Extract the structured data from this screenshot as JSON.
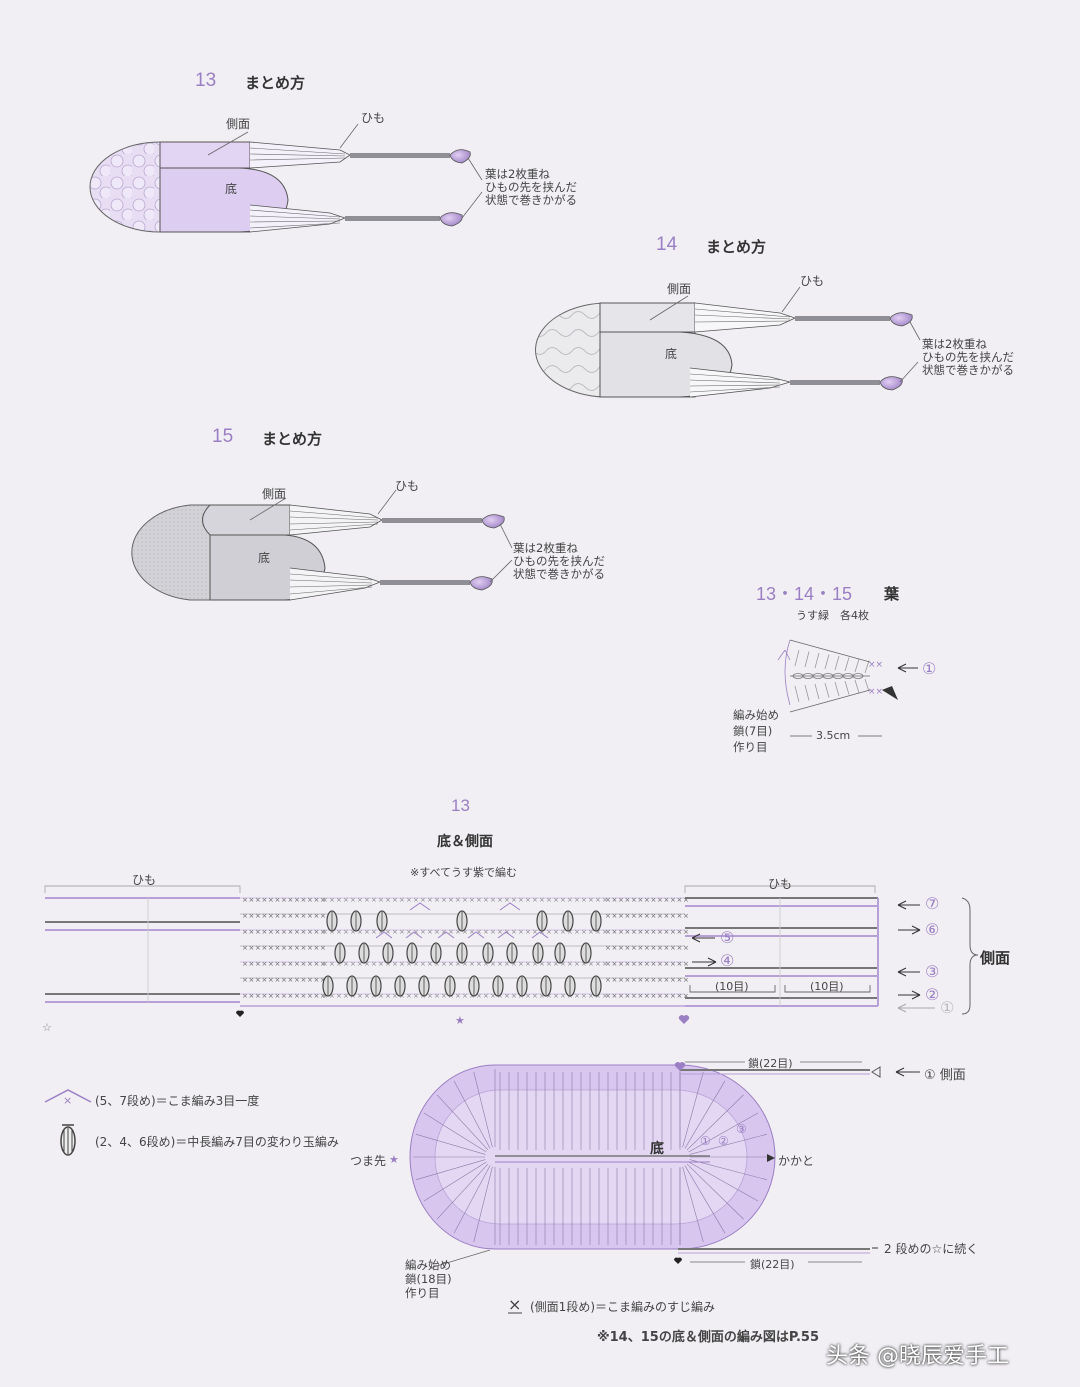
{
  "colors": {
    "accent": "#9b7fc4",
    "lilac": "#d9c8ee",
    "lilac_light": "#e6dbf3",
    "gray": "#d3d3d8",
    "ink": "#333333"
  },
  "assembly": [
    {
      "num": "13",
      "title": "まとめ方",
      "side_label": "側面",
      "bottom_label": "底",
      "string_label": "ひも",
      "note": "葉は2枚重ね\nひもの先を挟んだ\n状態で巻きかがる"
    },
    {
      "num": "14",
      "title": "まとめ方",
      "side_label": "側面",
      "bottom_label": "底",
      "string_label": "ひも",
      "note": "葉は2枚重ね\nひもの先を挟んだ\n状態で巻きかがる"
    },
    {
      "num": "15",
      "title": "まとめ方",
      "side_label": "側面",
      "bottom_label": "底",
      "string_label": "ひも",
      "note": "葉は2枚重ね\nひもの先を挟んだ\n状態で巻きかがる"
    }
  ],
  "leaf": {
    "num": "13・14・15",
    "title": "葉",
    "subtitle": "うす緑　各4枚",
    "start_note": "編み始め\n鎖(7目)\n作り目",
    "size": "3.5cm",
    "row1": "①"
  },
  "chart": {
    "num": "13",
    "title": "底＆側面",
    "yarn_note": "※すべてうす紫で編む",
    "string_label_left": "ひも",
    "string_label_right": "ひも",
    "side_label": "側面",
    "count_a": "(10目)",
    "count_b": "(10目)",
    "rows": [
      "⑦",
      "⑥",
      "⑤",
      "④",
      "③",
      "②",
      "①"
    ]
  },
  "sole": {
    "bottom_label": "底",
    "toe_label": "つま先",
    "heel_label": "かかと",
    "chain_top": "鎖(22目)",
    "chain_bottom": "鎖(22目)",
    "side_row1": "① 側面",
    "continue_note": "2 段めの☆に続く",
    "start_note": "編み始め\n鎖(18目)\n作り目",
    "rows": [
      "①",
      "②",
      "③"
    ]
  },
  "legend": [
    {
      "symbol": "sc3tog-icon",
      "text": "(5、7段め)＝こま編み3目一度"
    },
    {
      "symbol": "puff-icon",
      "text": "(2、4、6段め)＝中長編み7目の変わり玉編み"
    },
    {
      "symbol": "back-loop-sc-icon",
      "text": "(側面1段め)＝こま編みのすじ編み"
    }
  ],
  "footer": {
    "ref_note": "※14、15の底＆側面の編み図はP.55",
    "watermark": "头条 @晓辰爱手工"
  }
}
